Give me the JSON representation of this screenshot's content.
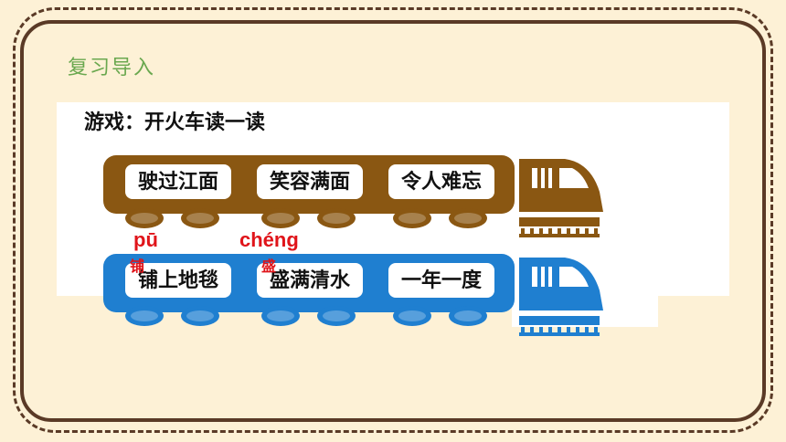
{
  "section": {
    "title": "复习导入"
  },
  "game": {
    "title": "游戏：开火车读一读"
  },
  "trains": {
    "brown": {
      "color": "#8a5712",
      "cars": [
        "驶过江面",
        "笑容满面",
        "令人难忘"
      ]
    },
    "blue": {
      "color": "#1f7fd0",
      "cars": [
        "铺上地毯",
        "盛满清水",
        "一年一度"
      ]
    }
  },
  "annotations": {
    "pu": {
      "pinyin": "pū",
      "char": "铺"
    },
    "cheng": {
      "pinyin": "chéng",
      "char": "盛"
    }
  },
  "icons": {
    "locomotive": "train-front-icon"
  }
}
